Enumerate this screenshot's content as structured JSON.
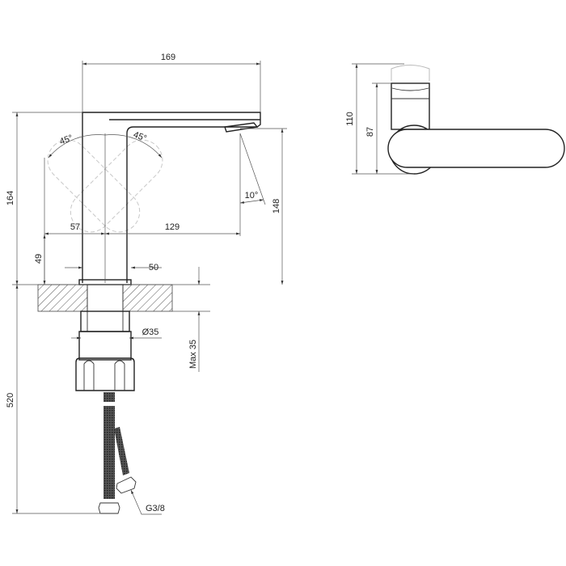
{
  "drawing": {
    "front_view": {
      "dimensions": {
        "spout_length": "169",
        "total_height": "164",
        "spout_height": "148",
        "lever_angle_left": "45°",
        "lever_angle_right": "45°",
        "spout_angle": "10°",
        "handle_offset": "57",
        "spout_reach": "129",
        "handle_height": "49",
        "base_width": "50",
        "shank_diameter": "Ø35",
        "max_counter_thickness": "Max 35",
        "hose_length": "520",
        "hose_thread": "G3/8"
      }
    },
    "side_view": {
      "dimensions": {
        "total_height": "110",
        "lever_height": "87"
      }
    }
  }
}
